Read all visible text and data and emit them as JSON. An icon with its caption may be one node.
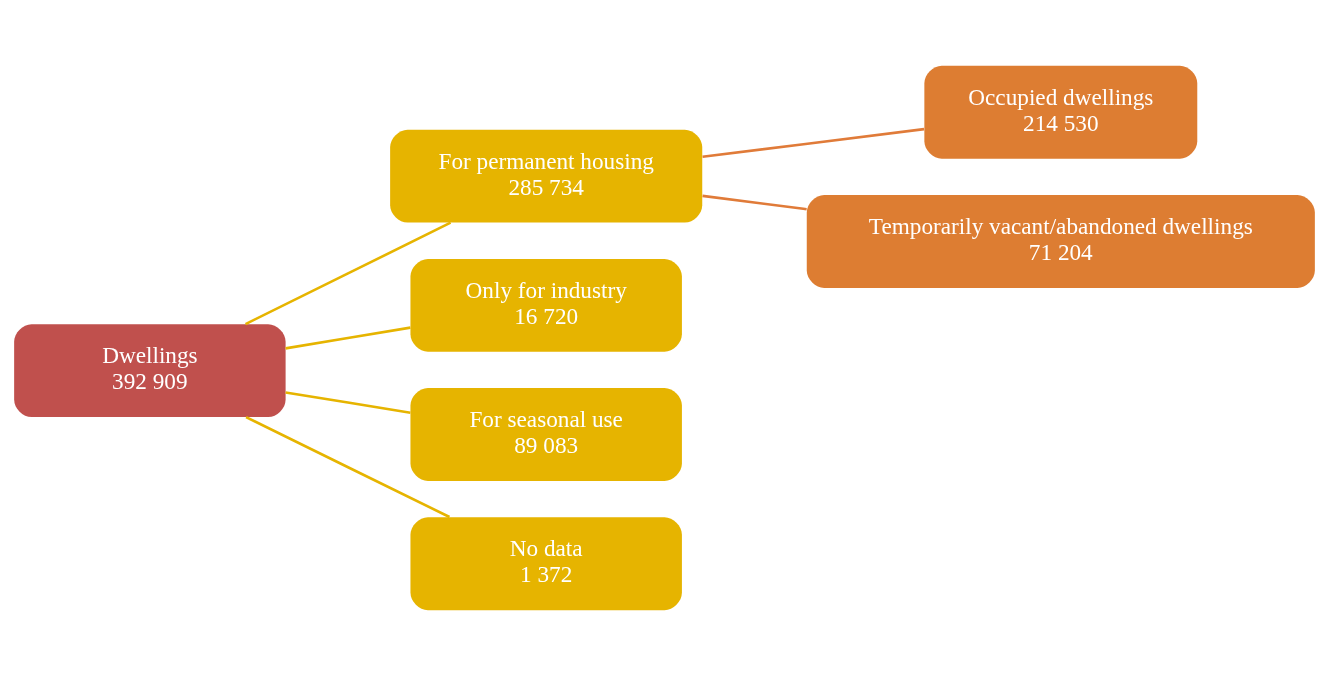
{
  "diagram": {
    "nodes": [
      {
        "text": [
          "Dwellings",
          "392 909"
        ]
      },
      {
        "text": [
          "For permanent housing",
          "285 734"
        ]
      },
      {
        "text": [
          "Only for industry",
          "16 720"
        ]
      },
      {
        "text": [
          "For seasonal use",
          "89 083"
        ]
      },
      {
        "text": [
          "No data",
          "1 372"
        ]
      },
      {
        "text": [
          "Occupied dwellings",
          "214 530"
        ]
      },
      {
        "text": [
          "Temporarily vacant/abandoned dwellings",
          "71 204"
        ]
      }
    ],
    "edges": [
      {
        "from": 0,
        "to": 1,
        "arrow": "none"
      },
      {
        "from": 0,
        "to": 2,
        "arrow": "none"
      },
      {
        "from": 0,
        "to": 3,
        "arrow": "none"
      },
      {
        "from": 0,
        "to": 4,
        "arrow": "none"
      },
      {
        "from": 1,
        "to": 5,
        "arrow": "none",
        "color": "#e07b39"
      },
      {
        "from": 1,
        "to": 6,
        "arrow": "none",
        "color": "#e07b39"
      }
    ]
  }
}
